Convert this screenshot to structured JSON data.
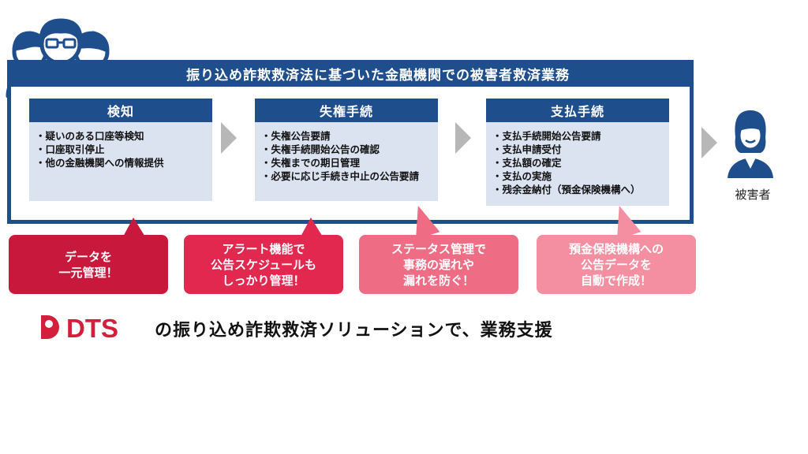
{
  "main_title": "振り込め詐欺救済法に基づいた金融機関での被害者救済業務",
  "steps": [
    {
      "title": "検知",
      "items": [
        "・疑いのある口座等検知",
        "・口座取引停止",
        "・他の金融機関への情報提供"
      ]
    },
    {
      "title": "失権手続",
      "items": [
        "・失権公告要請",
        "・失権手続開始公告の確認",
        "・失権までの期日管理",
        "・必要に応じ手続き中止の公告要請"
      ]
    },
    {
      "title": "支払手続",
      "items": [
        "・支払手続開始公告要請",
        "・支払申請受付",
        "・支払額の確定",
        "・支払の実施",
        "・残余金納付（預金保険機構へ）"
      ]
    }
  ],
  "victim_label": "被害者",
  "bubbles": [
    {
      "lines": [
        "データを",
        "一元管理！"
      ],
      "color": "#c8193c"
    },
    {
      "lines": [
        "アラート機能で",
        "公告スケジュールも",
        "しっかり管理！"
      ],
      "color": "#e2284f"
    },
    {
      "lines": [
        "ステータス管理で",
        "事務の遅れや",
        "漏れを防ぐ！"
      ],
      "color": "#ef6d84"
    },
    {
      "lines": [
        "預金保険機構への",
        "公告データを",
        "自動で作成！"
      ],
      "color": "#f48fa1"
    }
  ],
  "logo_text": "DTS",
  "footer": "の振り込め詐欺救済ソリューションで、業務支援",
  "icons": [
    "people-group-icon",
    "victim-person-icon",
    "arrow-right-icon",
    "dts-logo"
  ]
}
